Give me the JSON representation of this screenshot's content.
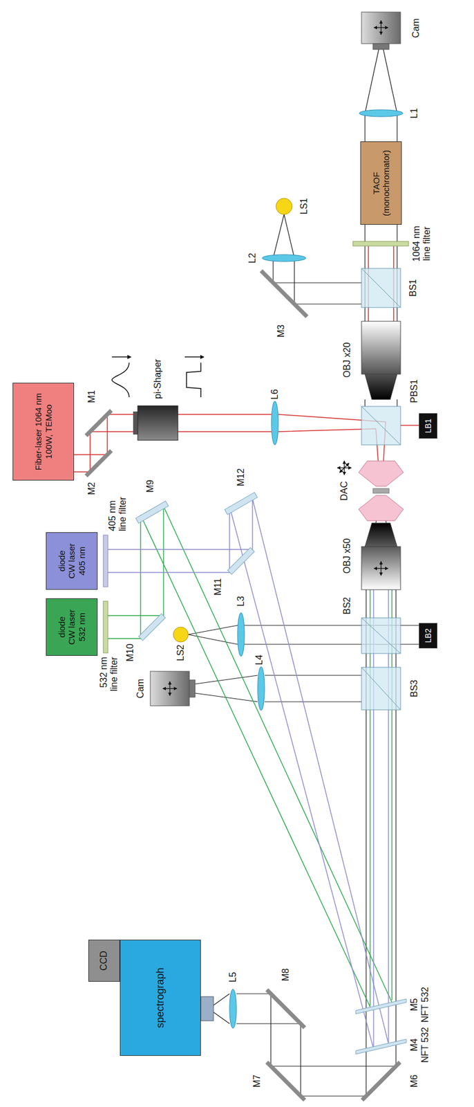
{
  "diagram": {
    "nodes": [
      {
        "text": [
          "Fiber-laser 1064 nm 100W, TEMoo"
        ]
      },
      {
        "text": [
          "diode CW laser 405 nm"
        ]
      },
      {
        "text": [
          "diode CW laser 532 nm"
        ]
      },
      {
        "text": [
          "TAOF (monochromator)"
        ]
      },
      {
        "text": [
          "LB1"
        ]
      },
      {
        "text": [
          "LB2"
        ]
      },
      {
        "text": [
          "spectrograph"
        ]
      },
      {
        "text": [
          "CCD"
        ]
      }
    ],
    "labels": [
      "Cam",
      "L1",
      "1064 nm line filter",
      "LS1",
      "L2",
      "M3",
      "BS1",
      "M1",
      "M2",
      "pi-Shaper",
      "L6",
      "OBJ x20",
      "PBS1",
      "DAC",
      "M9",
      "405 nm line filter",
      "532 nm line filter",
      "M10",
      "M11",
      "M12",
      "OBJ x50",
      "LS2",
      "L3",
      "BS2",
      "Cam",
      "L4",
      "BS3",
      "L5",
      "M8",
      "M7",
      "M6",
      "M5",
      "NFT 532",
      "M4",
      "NFT 532"
    ]
  }
}
